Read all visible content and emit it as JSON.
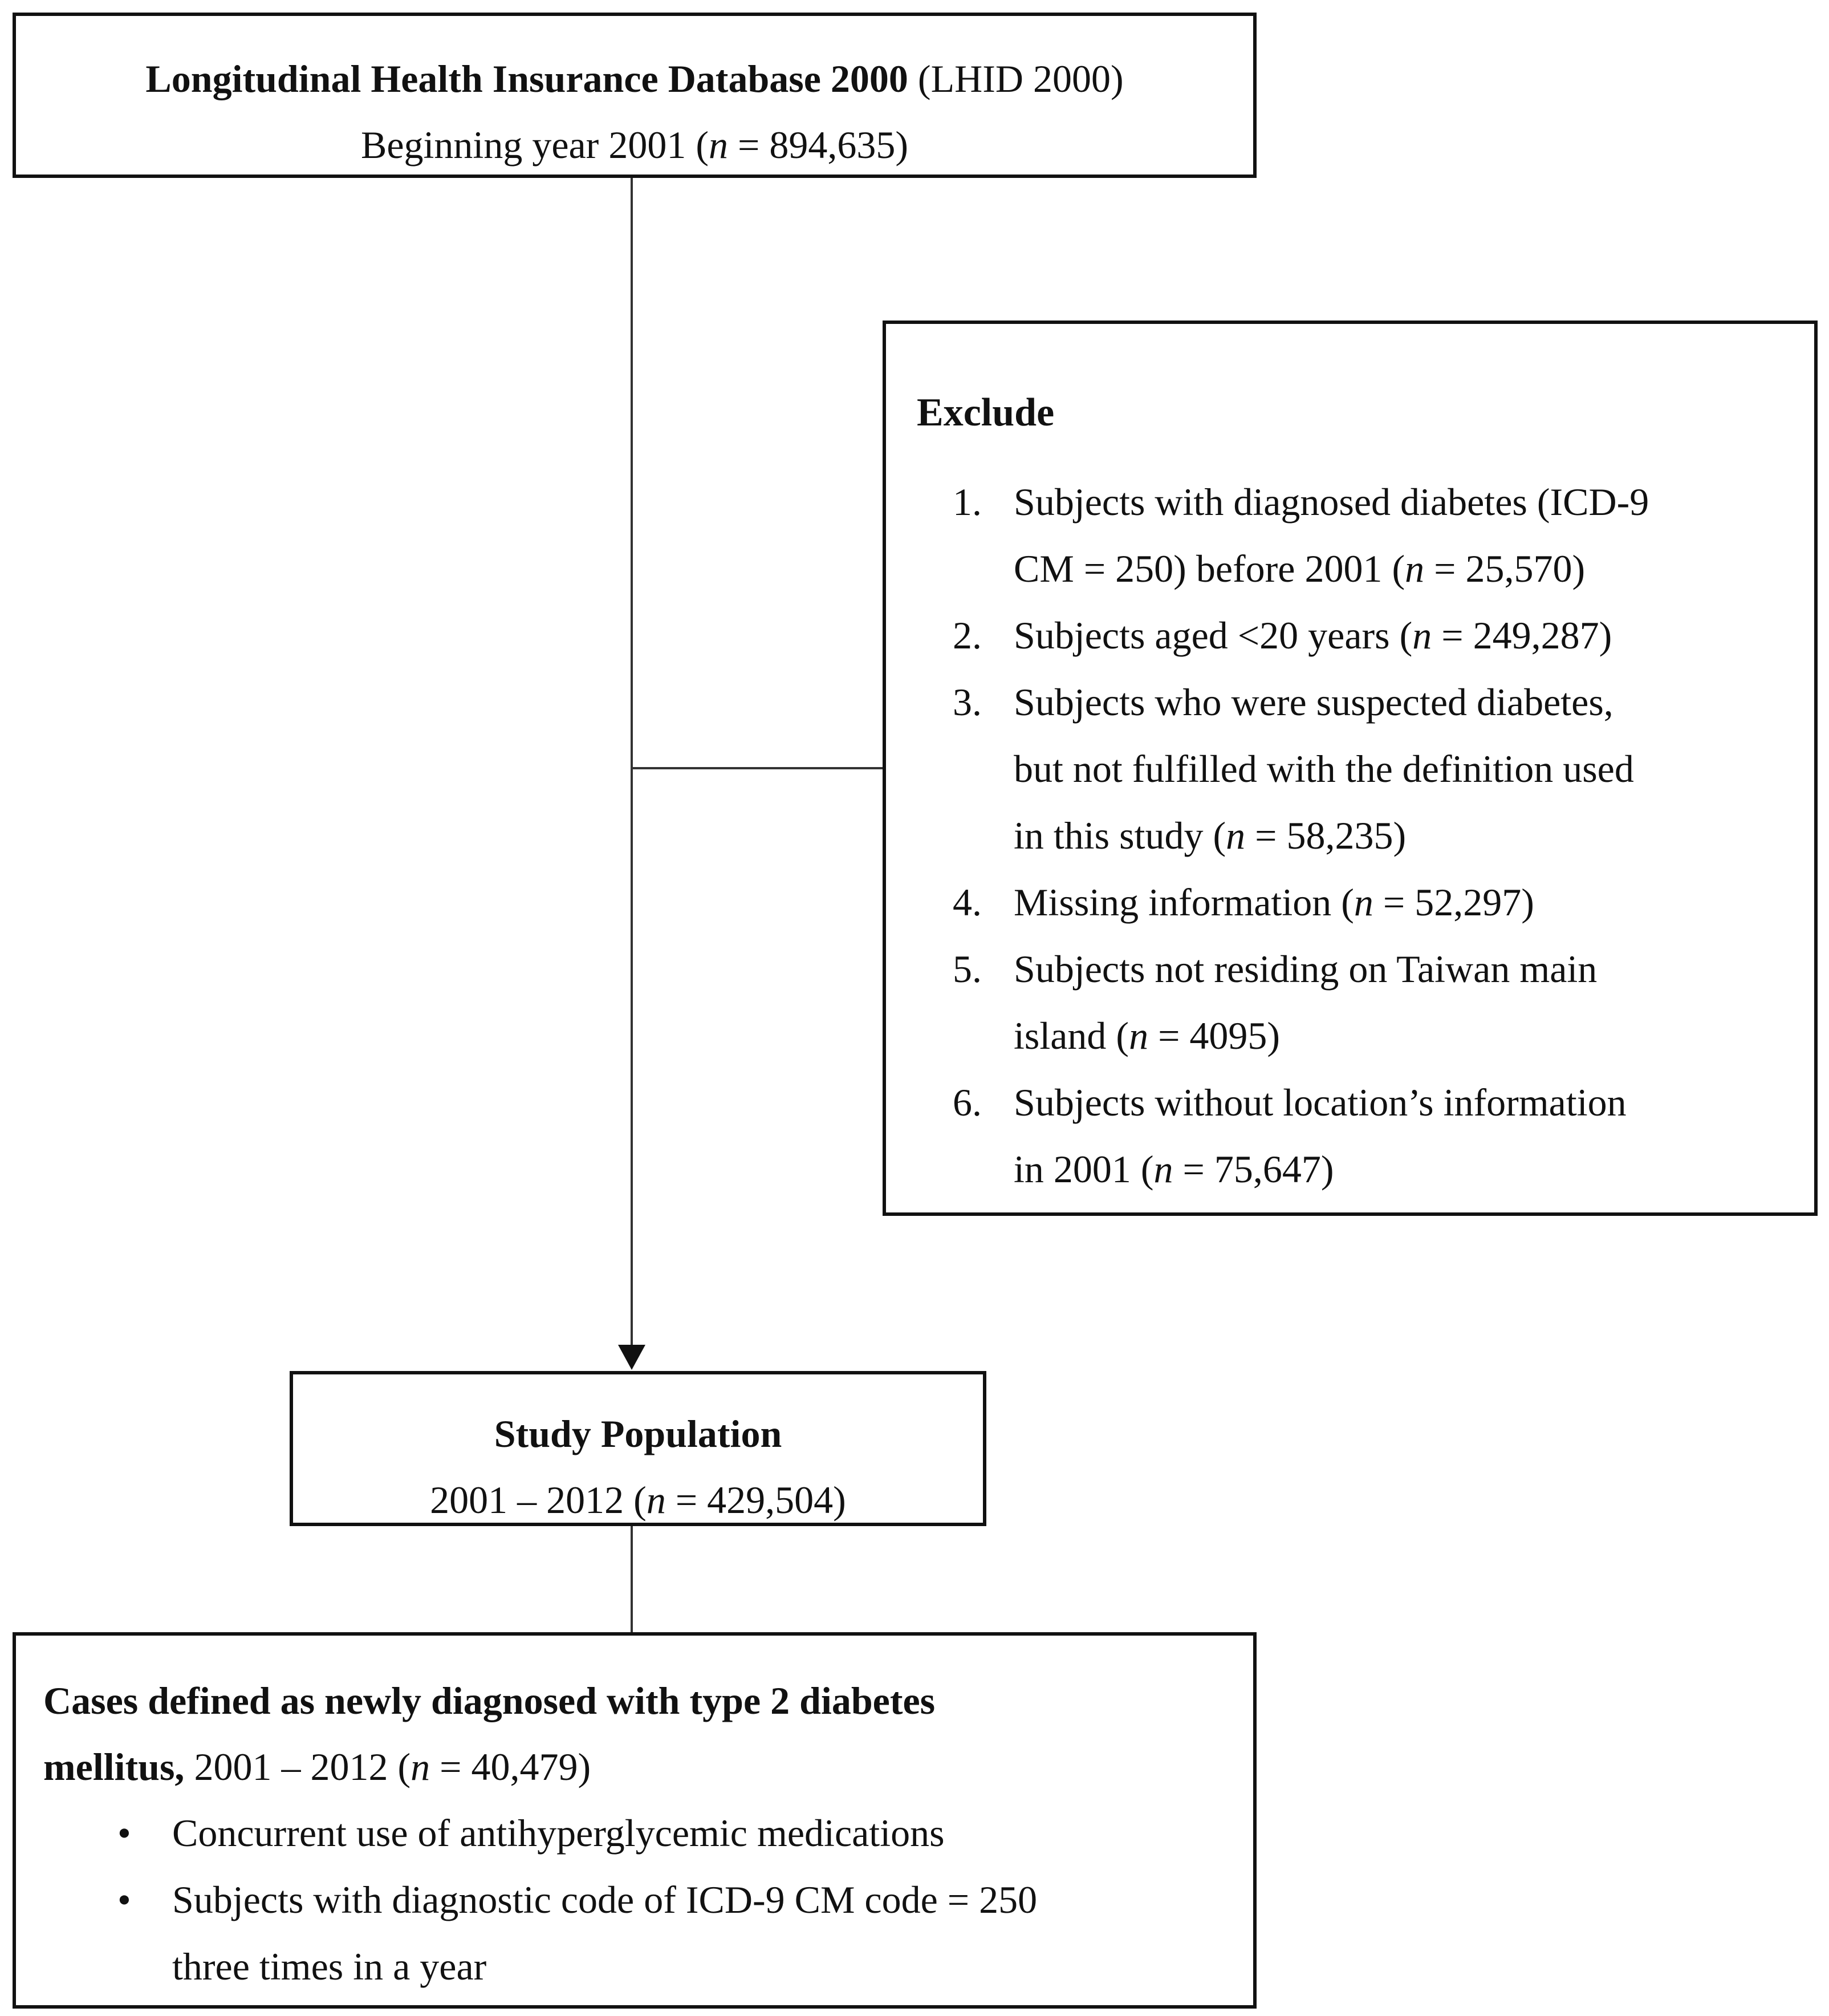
{
  "top_box": {
    "title_bold": "Longitudinal Health Insurance Database 2000",
    "title_rest": " (LHID 2000)",
    "line2_pre": "Beginning year 2001 (",
    "n_symbol": "n",
    "line2_post": " = 894,635)"
  },
  "exclude_box": {
    "title": "Exclude",
    "items": [
      {
        "num": "1.",
        "lines": [
          "Subjects with diagnosed diabetes (ICD-9",
          "CM = 250) before 2001 ("
        ],
        "n": "n",
        "post": " = 25,570)"
      },
      {
        "num": "2.",
        "lines": [
          "Subjects aged <20 years ("
        ],
        "n": "n",
        "post": " = 249,287)"
      },
      {
        "num": "3.",
        "lines": [
          "Subjects who were suspected diabetes,",
          "but not fulfilled with the definition used",
          "in this study ("
        ],
        "n": "n",
        "post": " = 58,235)"
      },
      {
        "num": "4.",
        "lines": [
          "Missing information ("
        ],
        "n": "n",
        "post": " = 52,297)"
      },
      {
        "num": "5.",
        "lines": [
          "Subjects not residing on Taiwan main",
          "island ("
        ],
        "n": "n",
        "post": " = 4095)"
      },
      {
        "num": "6.",
        "lines": [
          "Subjects without location’s information",
          "in 2001 ("
        ],
        "n": "n",
        "post": " = 75,647)"
      }
    ]
  },
  "study_box": {
    "title": "Study Population",
    "line2_pre": "2001 – 2012 (",
    "n_symbol": "n",
    "line2_post": " = 429,504)"
  },
  "cases_box": {
    "title_line1": "Cases defined as newly diagnosed with type 2 diabetes",
    "title_line2_bold": "mellitus,",
    "title_line2_pre": " 2001 – 2012 (",
    "n_symbol": "n",
    "title_line2_post": " = 40,479)",
    "bullet_glyph": "•",
    "bullets": [
      {
        "lines": [
          "Concurrent use of antihyperglycemic medications"
        ]
      },
      {
        "lines": [
          "Subjects with diagnostic code of ICD-9 CM code = 250",
          "three times in a year"
        ]
      }
    ]
  }
}
